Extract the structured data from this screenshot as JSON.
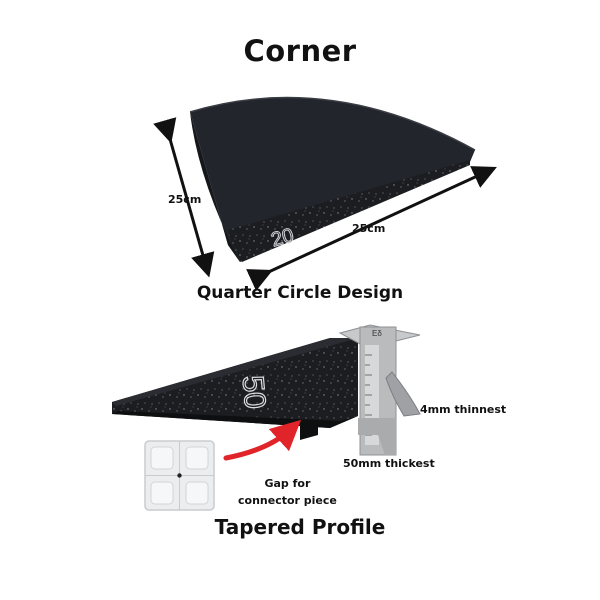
{
  "title": "Corner",
  "subtitle_top": "Quarter Circle Design",
  "subtitle_bottom": "Tapered Profile",
  "dimensions": {
    "left": "25cm",
    "bottom": "25cm"
  },
  "corner_marking": "20",
  "profile_marking": "50",
  "annotations": {
    "thinnest": "4mm thinnest",
    "thickest": "50mm thickest",
    "gap_line1": "Gap for",
    "gap_line2": "connector piece"
  },
  "caliper_label": "Eδ",
  "colors": {
    "rubber": "#1b1d22",
    "arrow_red": "#e0242a",
    "caliper": "#b9bbbd"
  }
}
